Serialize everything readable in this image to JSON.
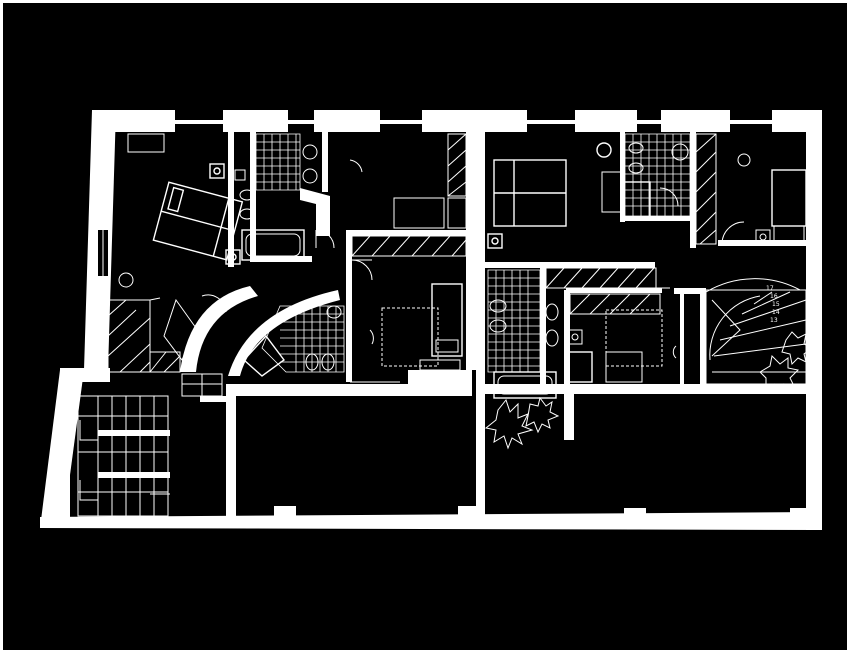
{
  "drawing": {
    "type": "architectural floor plan",
    "colors": {
      "background": "#000000",
      "lines": "#ffffff"
    }
  },
  "spiral_stair": {
    "step_numbers": [
      "17",
      "16",
      "15",
      "14",
      "13"
    ]
  }
}
